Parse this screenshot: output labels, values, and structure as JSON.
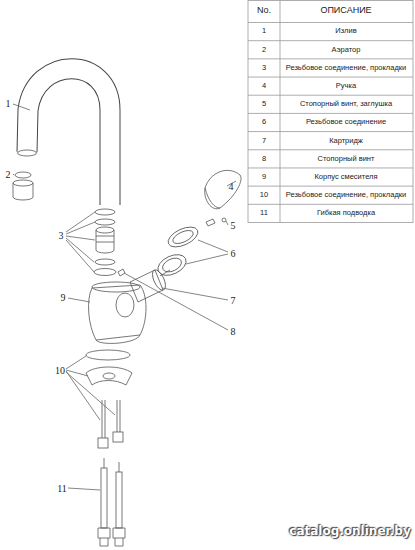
{
  "diagram": {
    "labels": [
      "1",
      "2",
      "3",
      "4",
      "5",
      "6",
      "7",
      "8",
      "9",
      "10",
      "11",
      "No.",
      "ОПИСАНИЕ",
      "1",
      "Излив",
      "2",
      "Аэратор",
      "3",
      "Резьбовое соединение, прокладки",
      "4",
      "Ручка",
      "5",
      "Стопорный винт, заглушка",
      "6",
      "Резьбовое соединение",
      "7",
      "Картридж",
      "8",
      "Стопорный винт",
      "9",
      "Корпус смесителя",
      "10",
      "Резьбовое соединение, прокладки",
      "11",
      "Гибкая подводка",
      "catalog.onliner.by"
    ]
  }
}
